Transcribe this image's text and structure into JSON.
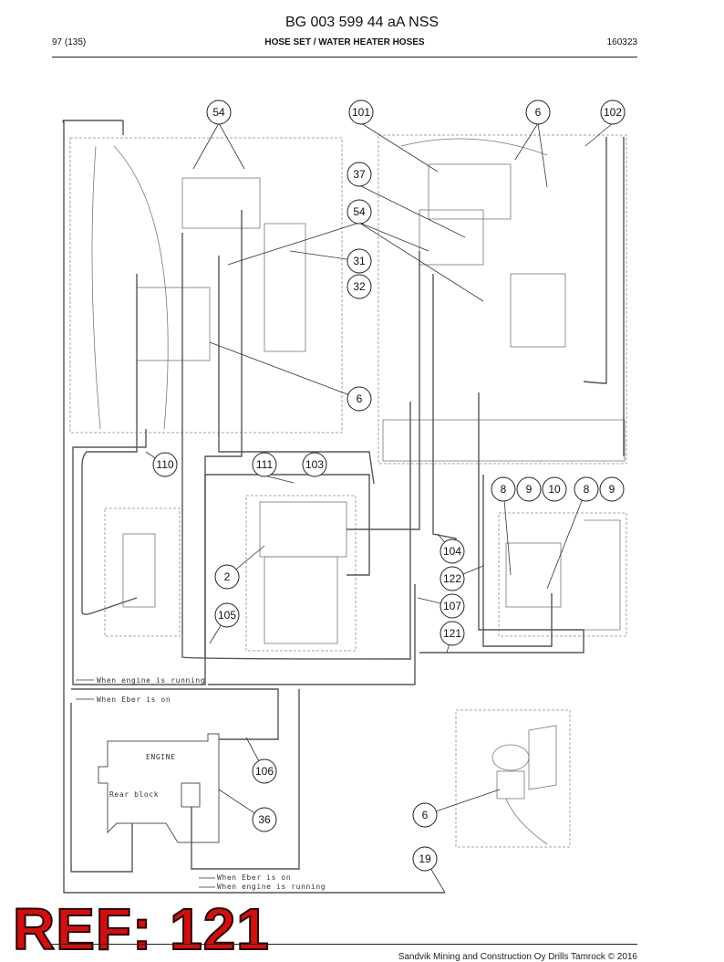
{
  "header": {
    "document_number": "BG 003 599 44 aA NSS",
    "page": "97 (135)",
    "section_title": "HOSE SET / WATER HEATER HOSES",
    "date_code": "160323"
  },
  "callouts": [
    "54",
    "101",
    "6",
    "102",
    "37",
    "54",
    "31",
    "32",
    "6",
    "110",
    "111",
    "103",
    "8",
    "9",
    "10",
    "8",
    "9",
    "104",
    "2",
    "122",
    "107",
    "105",
    "121",
    "106",
    "36",
    "6",
    "19"
  ],
  "notes": {
    "engine_running_1": "When engine is running",
    "eber_on_1": "When Eber is on",
    "engine_label": "ENGINE",
    "rear_block": "Rear block",
    "eber_on_2": "When Eber is on",
    "engine_running_2": "When engine is running"
  },
  "stamp": {
    "ref": "REF: 121",
    "color": "#d01010"
  },
  "footer": {
    "copyright": "Sandvik Mining and Construction Oy Drills Tamrock © 2016"
  },
  "colors": {
    "line": "#555555",
    "frame": "#888888"
  }
}
